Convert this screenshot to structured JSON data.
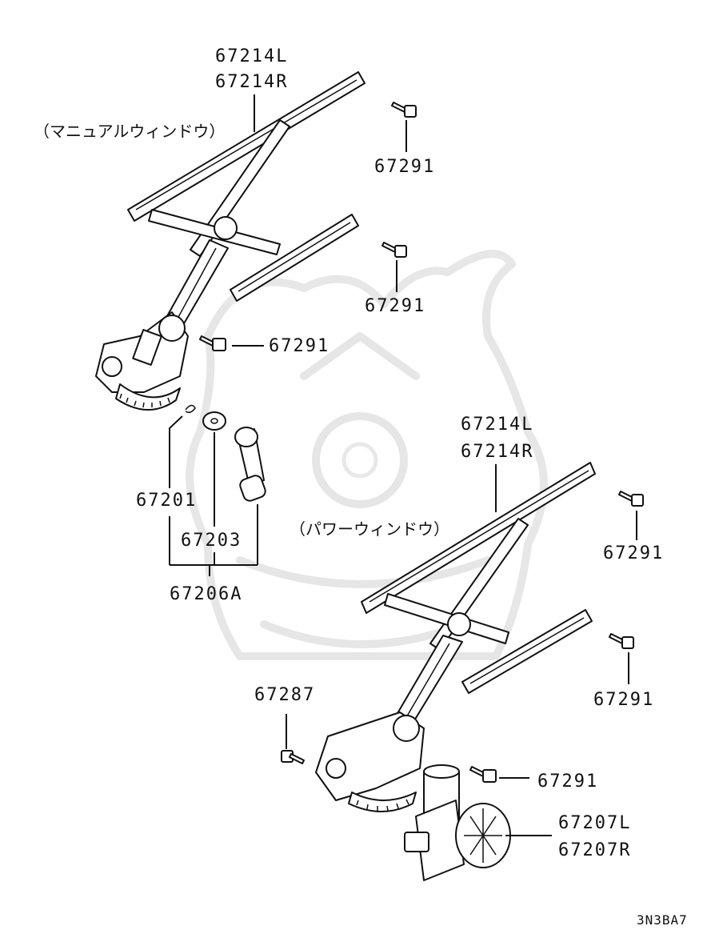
{
  "sections": {
    "manual": {
      "title": "（マニュアルウィンドウ）"
    },
    "power": {
      "title": "（パワーウィンドウ）"
    }
  },
  "labels": {
    "manual_regulator_l": "67214L",
    "manual_regulator_r": "67214R",
    "manual_bolt_1": "67291",
    "manual_bolt_2": "67291",
    "manual_bolt_3": "67291",
    "snap_ring": "67201",
    "washer": "67203",
    "handle_set": "67206A",
    "power_regulator_l": "67214L",
    "power_regulator_r": "67214R",
    "power_bolt_1": "67291",
    "power_bolt_2": "67291",
    "power_bolt_3": "67291",
    "power_screw": "67287",
    "motor_l": "67207L",
    "motor_r": "67207R"
  },
  "diagram_code": "3N3BA7"
}
